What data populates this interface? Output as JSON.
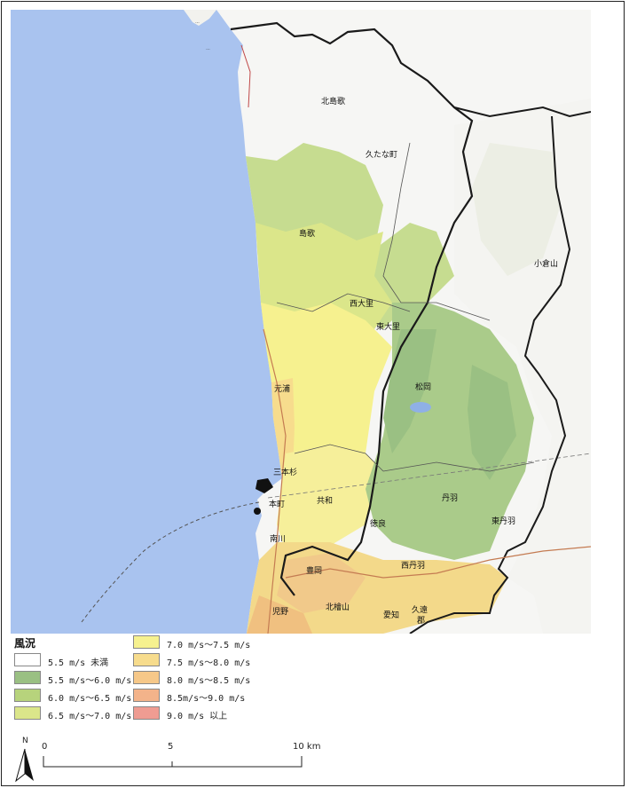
{
  "map": {
    "places": [
      {
        "id": "kita-shimauta",
        "label": "北島歌"
      },
      {
        "id": "kutanacho",
        "label": "久たな町"
      },
      {
        "id": "shimauta",
        "label": "島歌"
      },
      {
        "id": "shojiyama",
        "label": "小倉山"
      },
      {
        "id": "nishiozato",
        "label": "西大里"
      },
      {
        "id": "higashiozato",
        "label": "東大里"
      },
      {
        "id": "motoura",
        "label": "元浦"
      },
      {
        "id": "matsuoka",
        "label": "松岡"
      },
      {
        "id": "sanbonsugi",
        "label": "三本杉"
      },
      {
        "id": "kyowa",
        "label": "共和"
      },
      {
        "id": "motomachi",
        "label": "本町"
      },
      {
        "id": "niwa",
        "label": "丹羽"
      },
      {
        "id": "higashi-niwa",
        "label": "東丹羽"
      },
      {
        "id": "minamikawa",
        "label": "南川"
      },
      {
        "id": "tokura",
        "label": "徳良"
      },
      {
        "id": "hogo",
        "label": "豊岡"
      },
      {
        "id": "nishi-niwa",
        "label": "西丹羽"
      },
      {
        "id": "kono",
        "label": "児野"
      },
      {
        "id": "kita-hiyama",
        "label": "北檜山"
      },
      {
        "id": "aichi",
        "label": "愛知"
      },
      {
        "id": "kushi",
        "label": "久遠"
      },
      {
        "id": "gun",
        "label": "郡"
      }
    ]
  },
  "legend": {
    "title": "風況",
    "left_items": [
      {
        "label": "5.5 m/s 未満",
        "color": "#ffffff"
      },
      {
        "label": "5.5 m/s～6.0 m/s",
        "color": "#9ac083"
      },
      {
        "label": "6.0 m/s～6.5 m/s",
        "color": "#b7d37c"
      },
      {
        "label": "6.5 m/s～7.0 m/s",
        "color": "#dbe68a"
      }
    ],
    "right_items": [
      {
        "label": "7.0 m/s～7.5 m/s",
        "color": "#f6f18f"
      },
      {
        "label": "7.5 m/s～8.0 m/s",
        "color": "#f7dc8d"
      },
      {
        "label": "8.0 m/s～8.5 m/s",
        "color": "#f6c889"
      },
      {
        "label": "8.5m/s～9.0 m/s",
        "color": "#f3b38a"
      },
      {
        "label": "9.0 m/s 以上",
        "color": "#ef9c92"
      }
    ]
  },
  "scale": {
    "north_label": "N",
    "ticks": [
      "0",
      "5",
      "10 km"
    ]
  },
  "colors": {
    "sea": "#a9c3ef",
    "terrain_white": "#f6f6f4",
    "boundary": "#1a1a1a"
  }
}
